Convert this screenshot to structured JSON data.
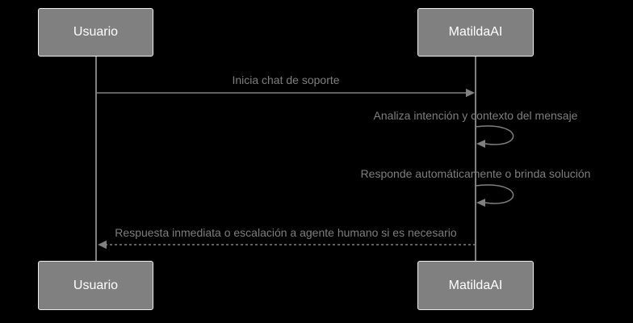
{
  "diagram": {
    "type": "sequence-diagram",
    "actors": [
      {
        "id": "usuario",
        "label": "Usuario"
      },
      {
        "id": "matildaai",
        "label": "MatildaAI"
      }
    ],
    "messages": [
      {
        "from": "usuario",
        "to": "matildaai",
        "line": "solid",
        "label": "Inicia chat de soporte"
      },
      {
        "from": "matildaai",
        "to": "matildaai",
        "line": "self",
        "label": "Analiza intención y contexto del mensaje"
      },
      {
        "from": "matildaai",
        "to": "matildaai",
        "line": "self",
        "label": "Responde automáticamente o brinda solución"
      },
      {
        "from": "matildaai",
        "to": "usuario",
        "line": "dashed",
        "label": "Respuesta inmediata o escalación a agente humano si es necesario"
      }
    ],
    "colors": {
      "background": "#000000",
      "actor_fill": "#808080",
      "actor_border": "#ededed",
      "actor_text": "#ffffff",
      "line": "#808080",
      "message_text": "#7e7e7e"
    }
  }
}
